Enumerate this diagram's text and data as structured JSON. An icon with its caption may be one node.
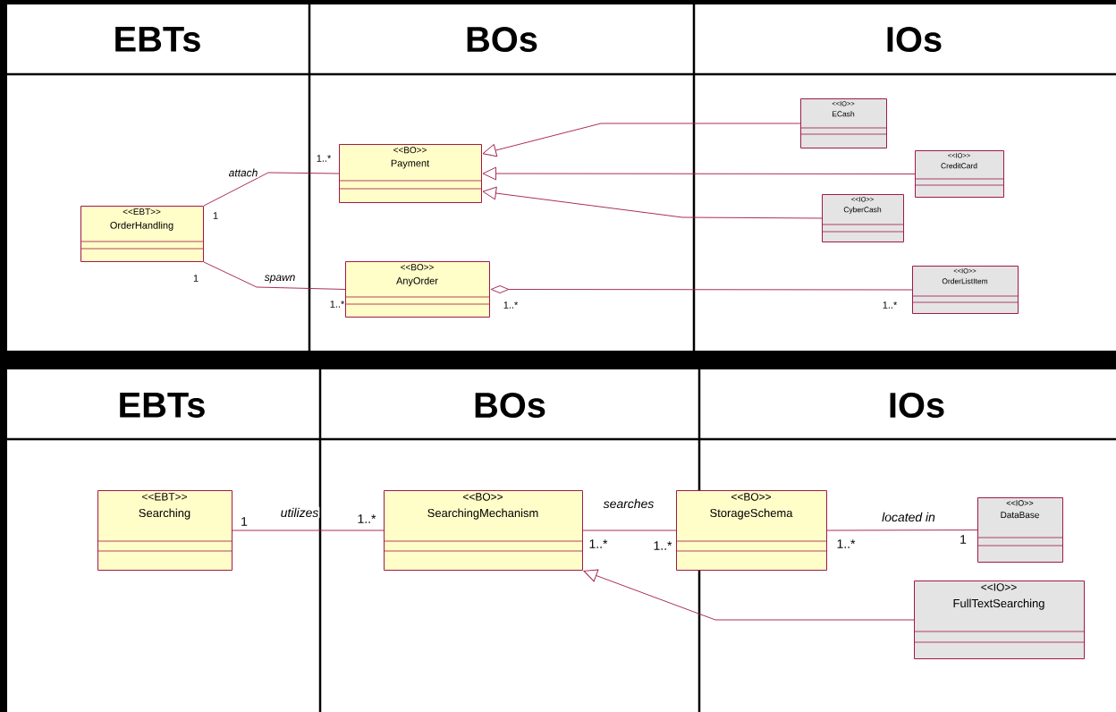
{
  "diagram": {
    "nodes": [
      {
        "text": [
          "<<EBT>>",
          "OrderHandling"
        ]
      },
      {
        "text": [
          "<<BO>>",
          "Payment"
        ]
      },
      {
        "text": [
          "<<BO>>",
          "AnyOrder"
        ]
      },
      {
        "text": [
          "<<IO>>",
          "ECash"
        ]
      },
      {
        "text": [
          "<<IO>>",
          "CreditCard"
        ]
      },
      {
        "text": [
          "<<IO>>",
          "CyberCash"
        ]
      },
      {
        "text": [
          "<<IO>>",
          "OrderListItem"
        ]
      },
      {
        "text": [
          "<<EBT>>",
          "Searching"
        ]
      },
      {
        "text": [
          "<<BO>>",
          "SearchingMechanism"
        ]
      },
      {
        "text": [
          "<<BO>>",
          "StorageSchema"
        ]
      },
      {
        "text": [
          "<<IO>>",
          "DataBase"
        ]
      },
      {
        "text": [
          "<<IO>>",
          "FullTextSearching"
        ]
      }
    ],
    "edges": [
      {
        "from": 0,
        "to": 1,
        "arrow": "none",
        "label": "attach"
      },
      {
        "from": 0,
        "to": 2,
        "arrow": "none",
        "label": "spawn"
      },
      {
        "from": 3,
        "to": 1,
        "arrow": "to"
      },
      {
        "from": 4,
        "to": 1,
        "arrow": "to"
      },
      {
        "from": 5,
        "to": 1,
        "arrow": "to"
      },
      {
        "from": 6,
        "to": 2,
        "arrow": "other"
      },
      {
        "from": 7,
        "to": 8,
        "arrow": "none",
        "label": "utilizes"
      },
      {
        "from": 8,
        "to": 9,
        "arrow": "none",
        "label": "searches"
      },
      {
        "from": 9,
        "to": 10,
        "arrow": "none",
        "label": "located in"
      },
      {
        "from": 11,
        "to": 8,
        "arrow": "to"
      }
    ],
    "labels": [
      "EBTs",
      "BOs",
      "IOs",
      "1..*",
      "1",
      "1",
      "1..*",
      "1..*",
      "1..*",
      "EBTs",
      "BOs",
      "IOs",
      "1",
      "1..*",
      "1..*",
      "1..*",
      "1..*",
      "1"
    ]
  }
}
